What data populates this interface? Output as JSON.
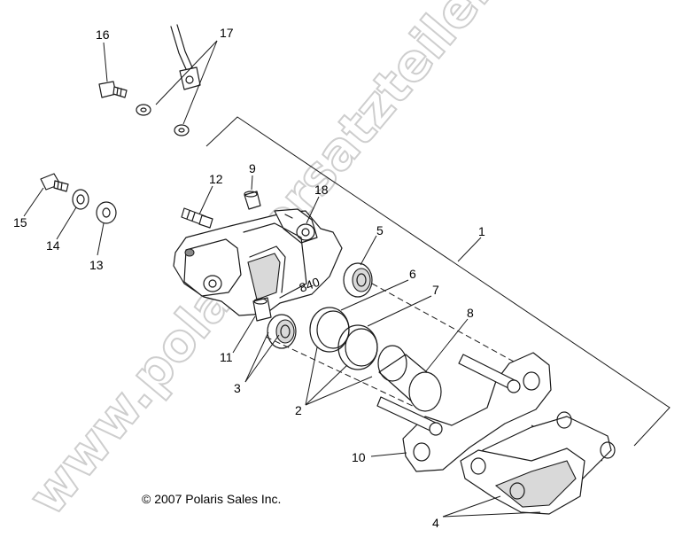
{
  "callouts": {
    "c1": "1",
    "c2": "2",
    "c3": "3",
    "c4": "4",
    "c5": "5",
    "c6": "6",
    "c7": "7",
    "c8": "8",
    "c9": "9",
    "c10": "10",
    "c11": "11",
    "c12": "12",
    "c13": "13",
    "c14": "14",
    "c15": "15",
    "c16": "16",
    "c17": "17",
    "c18": "18"
  },
  "copyright": "© 2007 Polaris Sales Inc.",
  "caliper_marking": "840",
  "watermark": "www.polarisersatzteile.de",
  "colors": {
    "line": "#1a1a1a",
    "watermark_outline": "#c9c9c9",
    "background": "#ffffff"
  }
}
